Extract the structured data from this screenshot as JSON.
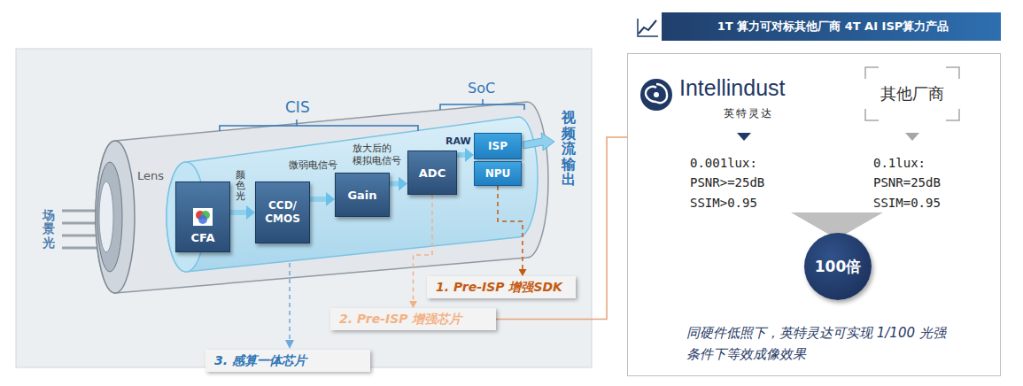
{
  "diagram": {
    "nodes": [
      {
        "text": [
          "CFA"
        ]
      },
      {
        "text": [
          "CCD/ CMOS"
        ]
      },
      {
        "text": [
          "Gain"
        ]
      },
      {
        "text": [
          "ADC"
        ]
      },
      {
        "text": [
          "ISP"
        ]
      },
      {
        "text": [
          "NPU"
        ]
      },
      {
        "text": [
          "1. Pre-ISP 增强SDK"
        ]
      },
      {
        "text": [
          "2. Pre-ISP 增强芯片"
        ]
      },
      {
        "text": [
          "3. 感算一体芯片"
        ]
      },
      {
        "text": [
          "1T 算力可对标其他厂商 4T AI ISP算力产品"
        ]
      },
      {
        "text": [
          "同硬件低照下，英特灵达可实现 1/100 光强条件下等效成像效果"
        ]
      },
      {
        "text": [
          "Intellindust",
          "英特灵达"
        ],
        "in": 10
      },
      {
        "text": [
          "其他厂商"
        ],
        "in": 10
      },
      {
        "text": [
          "100倍"
        ],
        "in": 10
      }
    ],
    "edges": [
      {
        "from": 0,
        "to": 1,
        "arrow": "to",
        "label": "颜色光"
      },
      {
        "from": 1,
        "to": 2,
        "arrow": "to",
        "label": "微弱电信号"
      },
      {
        "from": 2,
        "to": 3,
        "arrow": "to",
        "label": "放大后的 模拟电信号"
      },
      {
        "from": 3,
        "to": 4,
        "arrow": "to",
        "label": "RAW"
      },
      {
        "from": 5,
        "to": 6,
        "arrow": "to"
      },
      {
        "from": 3,
        "to": 7,
        "arrow": "to"
      },
      {
        "from": 7,
        "to": 10,
        "arrow": "none"
      }
    ],
    "labels": [
      "Lens",
      "场景光",
      "CIS",
      "SoC",
      "视频流输出",
      "0.001lux: PSNR>=25dB SSIM>0.95",
      "0.1lux: PSNR=25dB SSIM=0.95"
    ]
  }
}
